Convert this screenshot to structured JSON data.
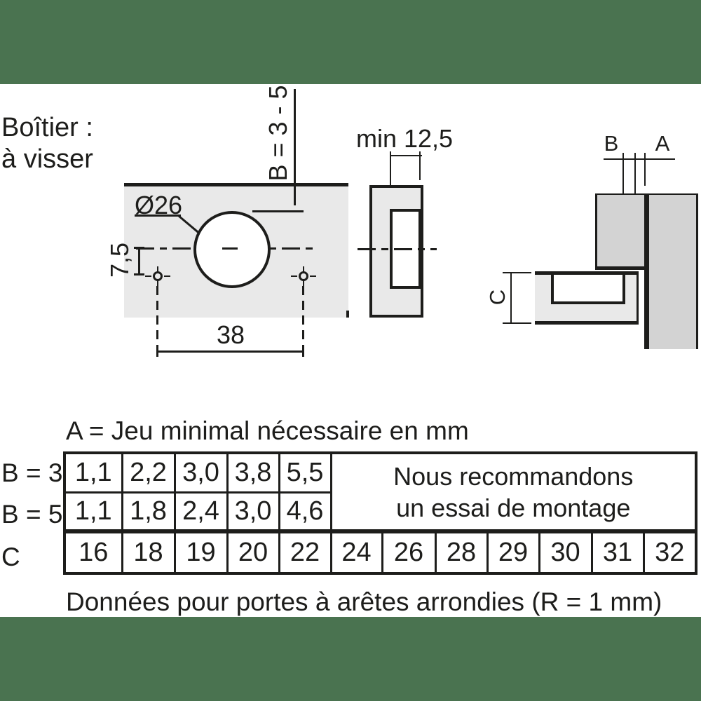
{
  "colors": {
    "green": "#4A7350",
    "line": "#1d1d1b",
    "panel_light": "#e9e9e9",
    "panel_dark": "#d3d3d3"
  },
  "intro": {
    "line1": "Boîtier :",
    "line2": "à visser"
  },
  "front_view": {
    "diameter_label": "Ø26",
    "offset_label": "7,5",
    "spacing_label": "38",
    "depth_label": "B = 3 - 5"
  },
  "side_view": {
    "min_label": "min 12,5"
  },
  "section_view": {
    "label_b": "B",
    "label_a": "A",
    "label_c": "C"
  },
  "table": {
    "title": "A = Jeu minimal nécessaire en mm",
    "row_labels": {
      "b3": "B = 3",
      "b5": "B = 5",
      "c": "C"
    },
    "b3": [
      "1,1",
      "2,2",
      "3,0",
      "3,8",
      "5,5"
    ],
    "b5": [
      "1,1",
      "1,8",
      "2,4",
      "3,0",
      "4,6"
    ],
    "note_line1": "Nous recommandons",
    "note_line2": "un essai de montage",
    "c": [
      "16",
      "18",
      "19",
      "20",
      "22",
      "24",
      "26",
      "28",
      "29",
      "30",
      "31",
      "32"
    ]
  },
  "caption": "Données pour portes à arêtes arrondies (R = 1 mm)"
}
